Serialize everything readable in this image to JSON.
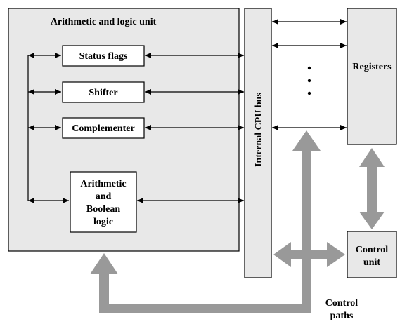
{
  "colors": {
    "panel_fill": "#e8e8e8",
    "box_fill": "#ffffff",
    "stroke": "#000000",
    "path_gray": "#999999"
  },
  "alu": {
    "title": "Arithmetic and logic unit",
    "status_flags": "Status flags",
    "shifter": "Shifter",
    "complementer": "Complementer",
    "arith_line1": "Arithmetic",
    "arith_line2": "and",
    "arith_line3": "Boolean",
    "arith_line4": "logic"
  },
  "bus": {
    "label": "Internal CPU bus"
  },
  "registers": {
    "label": "Registers",
    "ellipsis_icon": "vertical-ellipsis-icon"
  },
  "control_unit": {
    "line1": "Control",
    "line2": "unit"
  },
  "control_paths": {
    "line1": "Control",
    "line2": "paths"
  }
}
